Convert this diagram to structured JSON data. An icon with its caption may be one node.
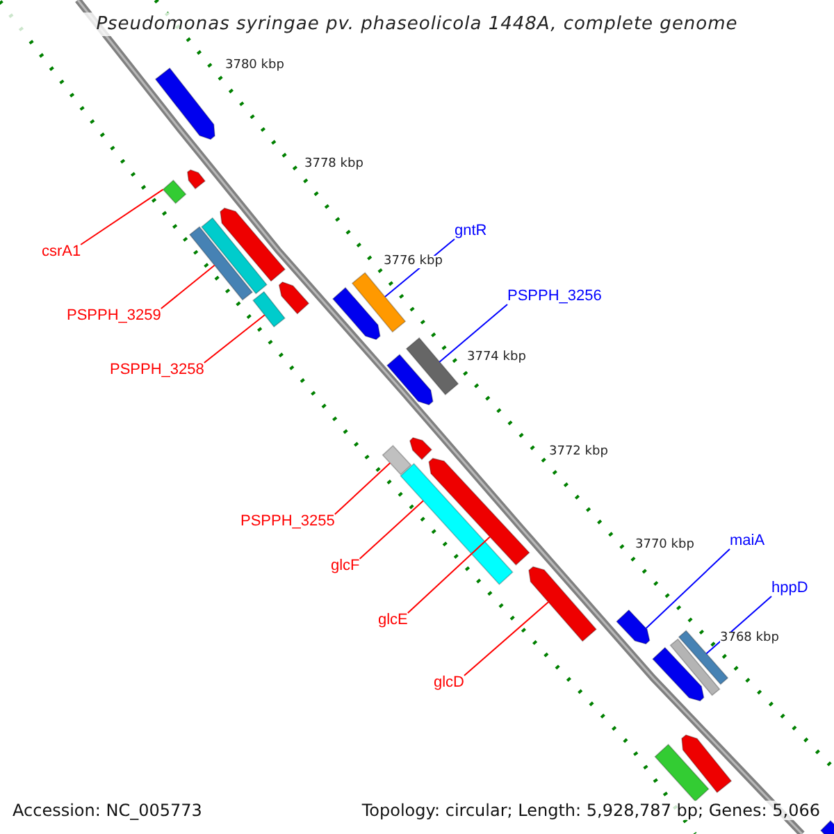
{
  "diagram": {
    "title": "Pseudomonas syringae pv. phaseolicola 1448A, complete genome",
    "nodes": [
      {
        "text": [
          "gntR"
        ]
      },
      {
        "text": [
          "csrA1"
        ]
      },
      {
        "text": [
          "PSPPH_3256"
        ]
      },
      {
        "text": [
          "PSPPH_3259"
        ]
      },
      {
        "text": [
          "PSPPH_3258"
        ]
      },
      {
        "text": [
          "PSPPH_3255"
        ]
      },
      {
        "text": [
          "maiA"
        ]
      },
      {
        "text": [
          "glcF"
        ]
      },
      {
        "text": [
          "hppD"
        ]
      },
      {
        "text": [
          "glcE"
        ]
      },
      {
        "text": [
          "glcD"
        ]
      },
      {
        "text": [],
        "shape": "arrow"
      },
      {
        "text": [],
        "shape": "arrow"
      },
      {
        "text": [],
        "shape": "box"
      },
      {
        "text": [],
        "shape": "arrow"
      },
      {
        "text": [],
        "shape": "box"
      },
      {
        "text": [],
        "shape": "box"
      },
      {
        "text": [],
        "shape": "arrow"
      },
      {
        "text": [],
        "shape": "box"
      },
      {
        "text": [],
        "shape": "box"
      },
      {
        "text": [],
        "shape": "arrow"
      },
      {
        "text": [],
        "shape": "box"
      },
      {
        "text": [],
        "shape": "arrow"
      },
      {
        "text": [],
        "shape": "arrow"
      },
      {
        "text": [],
        "shape": "box"
      },
      {
        "text": [],
        "shape": "arrow"
      },
      {
        "text": [],
        "shape": "box"
      },
      {
        "text": [],
        "shape": "arrow"
      },
      {
        "text": [],
        "shape": "arrow"
      },
      {
        "text": [],
        "shape": "box"
      },
      {
        "text": [],
        "shape": "box"
      },
      {
        "text": [],
        "shape": "arrow"
      },
      {
        "text": [],
        "shape": "arrow"
      },
      {
        "text": [],
        "shape": "box"
      },
      {
        "text": [],
        "shape": "arrow"
      }
    ],
    "edges": [
      {
        "from": 0,
        "to": 18,
        "arrow": "none",
        "color": "#0000ff"
      },
      {
        "from": 1,
        "to": 13,
        "arrow": "none"
      },
      {
        "from": 2,
        "to": 21,
        "arrow": "none",
        "color": "#0000ff"
      },
      {
        "from": 3,
        "to": 16,
        "arrow": "none"
      },
      {
        "from": 4,
        "to": 19,
        "arrow": "none"
      },
      {
        "from": 5,
        "to": 24,
        "arrow": "none"
      },
      {
        "from": 6,
        "to": 28,
        "arrow": "none",
        "color": "#0000ff"
      },
      {
        "from": 7,
        "to": 26,
        "arrow": "none"
      },
      {
        "from": 8,
        "to": 29,
        "arrow": "none",
        "color": "#0000ff"
      },
      {
        "from": 9,
        "to": 25,
        "arrow": "none"
      },
      {
        "from": 10,
        "to": 27,
        "arrow": "none"
      }
    ],
    "labels": [
      "3780 kbp",
      "3778 kbp",
      "3776 kbp",
      "3774 kbp",
      "3772 kbp",
      "3770 kbp",
      "3768 kbp",
      "Accession: NC_005773",
      "Topology: circular; Length: 5,928,787 bp; Genes: 5,066"
    ]
  }
}
